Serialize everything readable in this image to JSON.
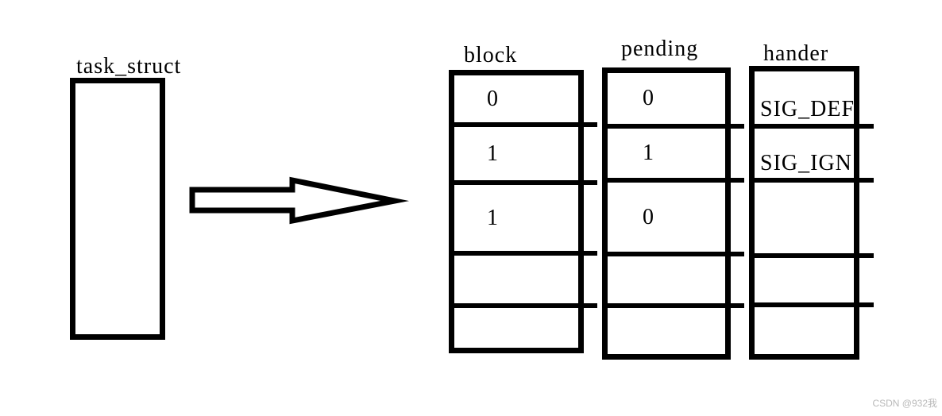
{
  "diagram": {
    "task_struct": {
      "label": "task_struct"
    },
    "arrow": {
      "icon": "right-arrow"
    },
    "tables": [
      {
        "title": "block",
        "rows": [
          "0",
          "1",
          "1",
          "",
          ""
        ]
      },
      {
        "title": "pending",
        "rows": [
          "0",
          "1",
          "0",
          "",
          ""
        ]
      },
      {
        "title": "hander",
        "rows": [
          "SIG_DEF",
          "SIG_IGN",
          "",
          "",
          ""
        ]
      }
    ]
  },
  "watermark": {
    "text": "CSDN @932我"
  },
  "colors": {
    "line": "#000000",
    "background": "#ffffff",
    "watermark_text": "#b9b9b9"
  }
}
